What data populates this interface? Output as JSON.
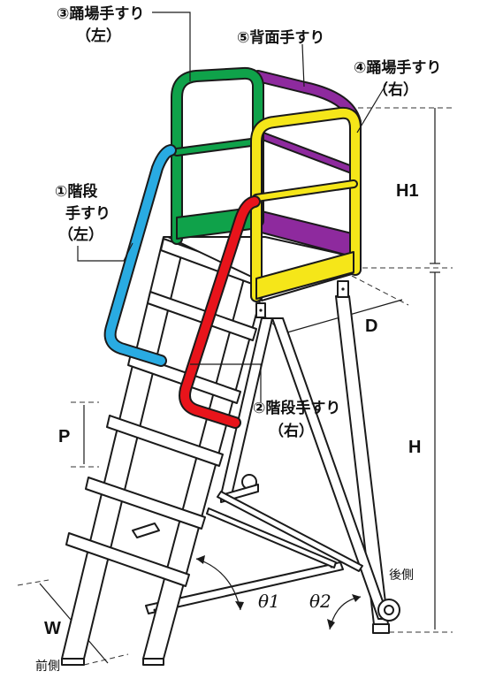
{
  "colors": {
    "rail_left_stair": "#29abe2",
    "rail_right_stair": "#e8141b",
    "rail_platform_left": "#0fa24a",
    "rail_back": "#8e2a9e",
    "rail_platform_right": "#f5e619",
    "outline": "#1a1a1a"
  },
  "labels": {
    "platform_rail_left_l1": "③踊場手すり",
    "platform_rail_left_l2": "（左）",
    "back_rail": "⑤背面手すり",
    "platform_rail_right_l1": "④踊場手すり",
    "platform_rail_right_l2": "（右）",
    "stair_rail_left_l1": "①階段",
    "stair_rail_left_l2": "手すり",
    "stair_rail_left_l3": "（左）",
    "stair_rail_right_l1": "②階段手すり",
    "stair_rail_right_l2": "（右）",
    "rear_side": "後側",
    "front_side": "前側"
  },
  "dimensions": {
    "h1": "H1",
    "h": "H",
    "d": "D",
    "p": "P",
    "w": "W",
    "theta1": "θ1",
    "theta2": "θ2"
  }
}
